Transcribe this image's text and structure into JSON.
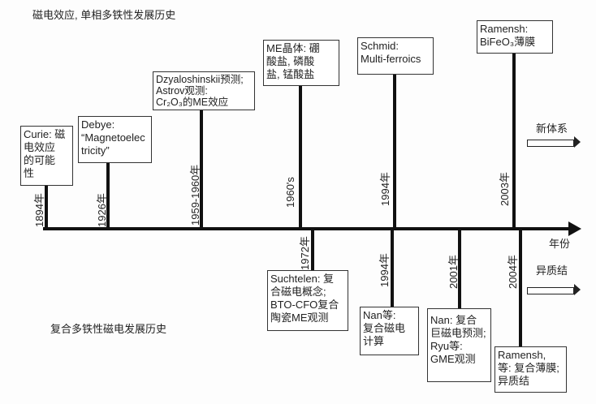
{
  "title_top": "磁电效应, 单相多铁性发展历史",
  "title_bottom": "复合多铁性磁电发展历史",
  "axis_label": "年份",
  "arrow_new_system": "新体系",
  "arrow_heterojunction": "异质结",
  "upper_events": [
    {
      "year": "1894年",
      "lines": [
        "Curie: 磁",
        "电效应",
        "的可能",
        "性"
      ]
    },
    {
      "year": "1926年",
      "lines": [
        "Debye:",
        "“Magnetoelec",
        "tricity”"
      ]
    },
    {
      "year": "1959-1960年",
      "lines": [
        "Dzyaloshinskii预测;",
        "Astrov观测:",
        "Cr₂O₃的ME效应"
      ]
    },
    {
      "year": "1960's",
      "lines": [
        "ME晶体: 硼",
        "酸盐, 磷酸",
        "盐, 锰酸盐"
      ]
    },
    {
      "year": "1994年",
      "lines": [
        "Schmid:",
        "Multi-ferroics"
      ]
    },
    {
      "year": "2003年",
      "lines": [
        "Ramensh:",
        "BiFeO₃薄膜"
      ]
    }
  ],
  "lower_events": [
    {
      "year": "1972年",
      "lines": [
        "Suchtelen: 复",
        "合磁电概念;",
        "BTO-CFO复合",
        "陶瓷ME观测"
      ]
    },
    {
      "year": "1994年",
      "lines": [
        "Nan等:",
        "复合磁电",
        "计算"
      ]
    },
    {
      "year": "2001年",
      "lines": [
        "Nan: 复合",
        "巨磁电预测;",
        "Ryu等:",
        "GME观测"
      ]
    },
    {
      "year": "2004年",
      "lines": [
        "Ramensh,",
        "等: 复合薄膜;",
        "异质结"
      ]
    }
  ]
}
